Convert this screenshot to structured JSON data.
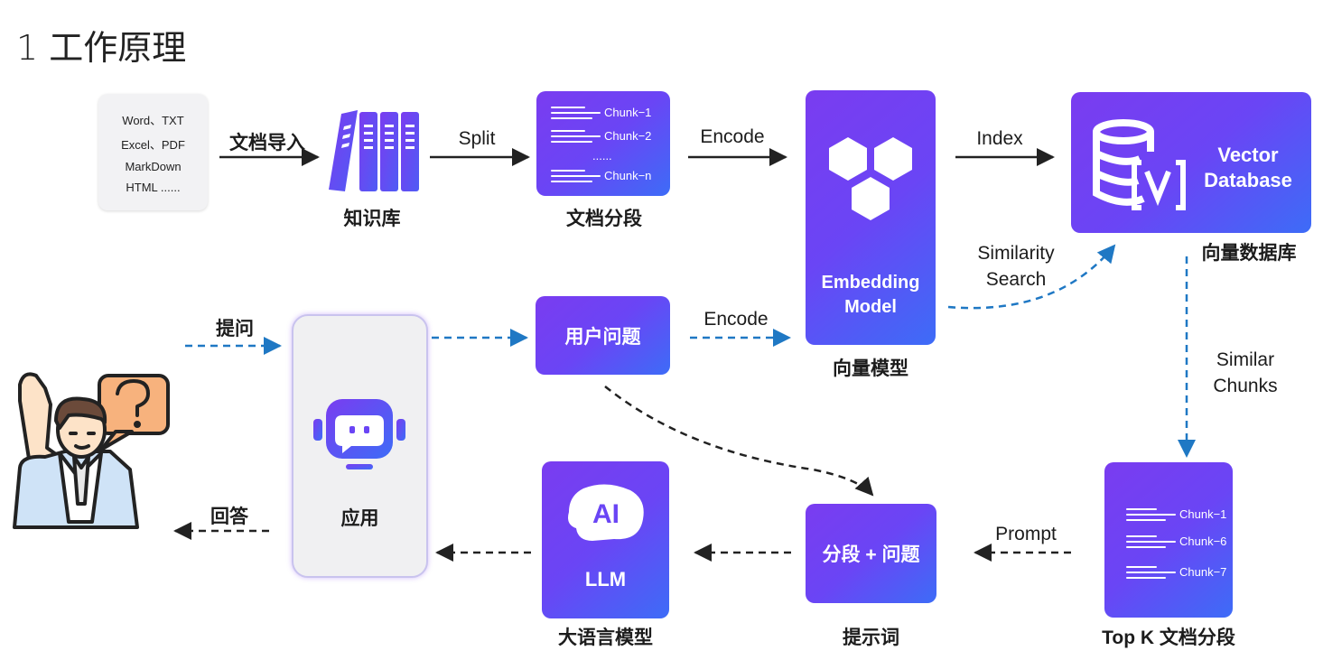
{
  "title": "1 工作原理",
  "sources": [
    "Word、TXT",
    "Excel、PDF",
    "MarkDown",
    "HTML ......"
  ],
  "nodes": {
    "knowledge_base": "知识库",
    "doc_split": "文档分段",
    "vector_model": "向量模型",
    "vector_db_label": "向量数据库",
    "vector_db_title": "Vector\nDatabase",
    "embedding_title": "Embedding\nModel",
    "user_question": "用户问题",
    "app": "应用",
    "llm_title": "LLM",
    "llm_badge": "AI",
    "llm_label": "大语言模型",
    "prompt_box": "分段 + 问题",
    "prompt_label": "提示词",
    "topk_label": "Top K 文档分段"
  },
  "chunks_top": [
    "Chunk−1",
    "Chunk−2",
    "......",
    "Chunk−n"
  ],
  "chunks_topk": [
    "Chunk−1",
    "Chunk−6",
    "Chunk−7"
  ],
  "edges": {
    "import": "文档导入",
    "split": "Split",
    "encode1": "Encode",
    "index": "Index",
    "similarity": "Similarity\nSearch",
    "ask": "提问",
    "encode2": "Encode",
    "similar_chunks": "Similar\nChunks",
    "prompt": "Prompt",
    "answer": "回答"
  },
  "colors": {
    "gradient_start": "#7a3cf0",
    "gradient_end": "#3d6cf7",
    "dashed_blue": "#1f78c4",
    "dashed_black": "#222222",
    "bubble_orange": "#f7b27d"
  }
}
